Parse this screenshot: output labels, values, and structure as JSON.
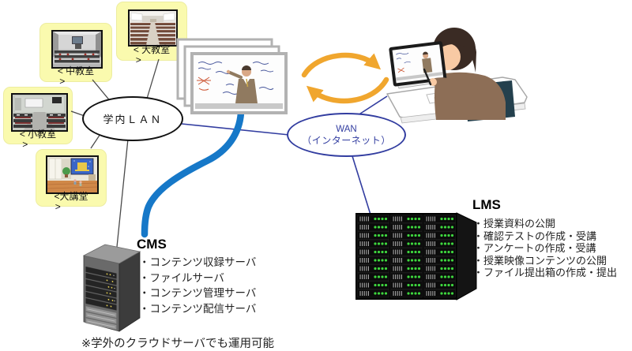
{
  "diagram_title": "e-learning network diagram",
  "classrooms": [
    {
      "id": "medium",
      "label": "< 中教室",
      "wrap": ">"
    },
    {
      "id": "large",
      "label": "< 大教室",
      "wrap": ">"
    },
    {
      "id": "small",
      "label": "< 小教室",
      "wrap": ">"
    },
    {
      "id": "hall",
      "label": "<大講堂",
      "wrap": ">"
    }
  ],
  "lan": {
    "label": "学内ＬＡＮ"
  },
  "wan": {
    "line1": "WAN",
    "line2": "（インターネット）"
  },
  "cms": {
    "title": "CMS",
    "items": [
      "・コンテンツ収録サーバ",
      "・ファイルサーバ",
      "・コンテンツ管理サーバ",
      "・コンテンツ配信サーバ"
    ],
    "note": "※学外のクラウドサーバでも運用可能"
  },
  "lms": {
    "title": "LMS",
    "items": [
      "・授業資料の公開",
      "・確認テストの作成・受講",
      "・アンケートの作成・受講",
      "・授業映像コンテンツの公開",
      "・ファイル提出箱の作成・提出"
    ]
  },
  "colors": {
    "card_bg": "#fafaae",
    "link_thick_blue": "#1678c8",
    "wan_blue": "#323da0",
    "arrow_yellow": "#f0a62e",
    "led_green": "#3ed63e",
    "led_yellow": "#e6d050"
  }
}
